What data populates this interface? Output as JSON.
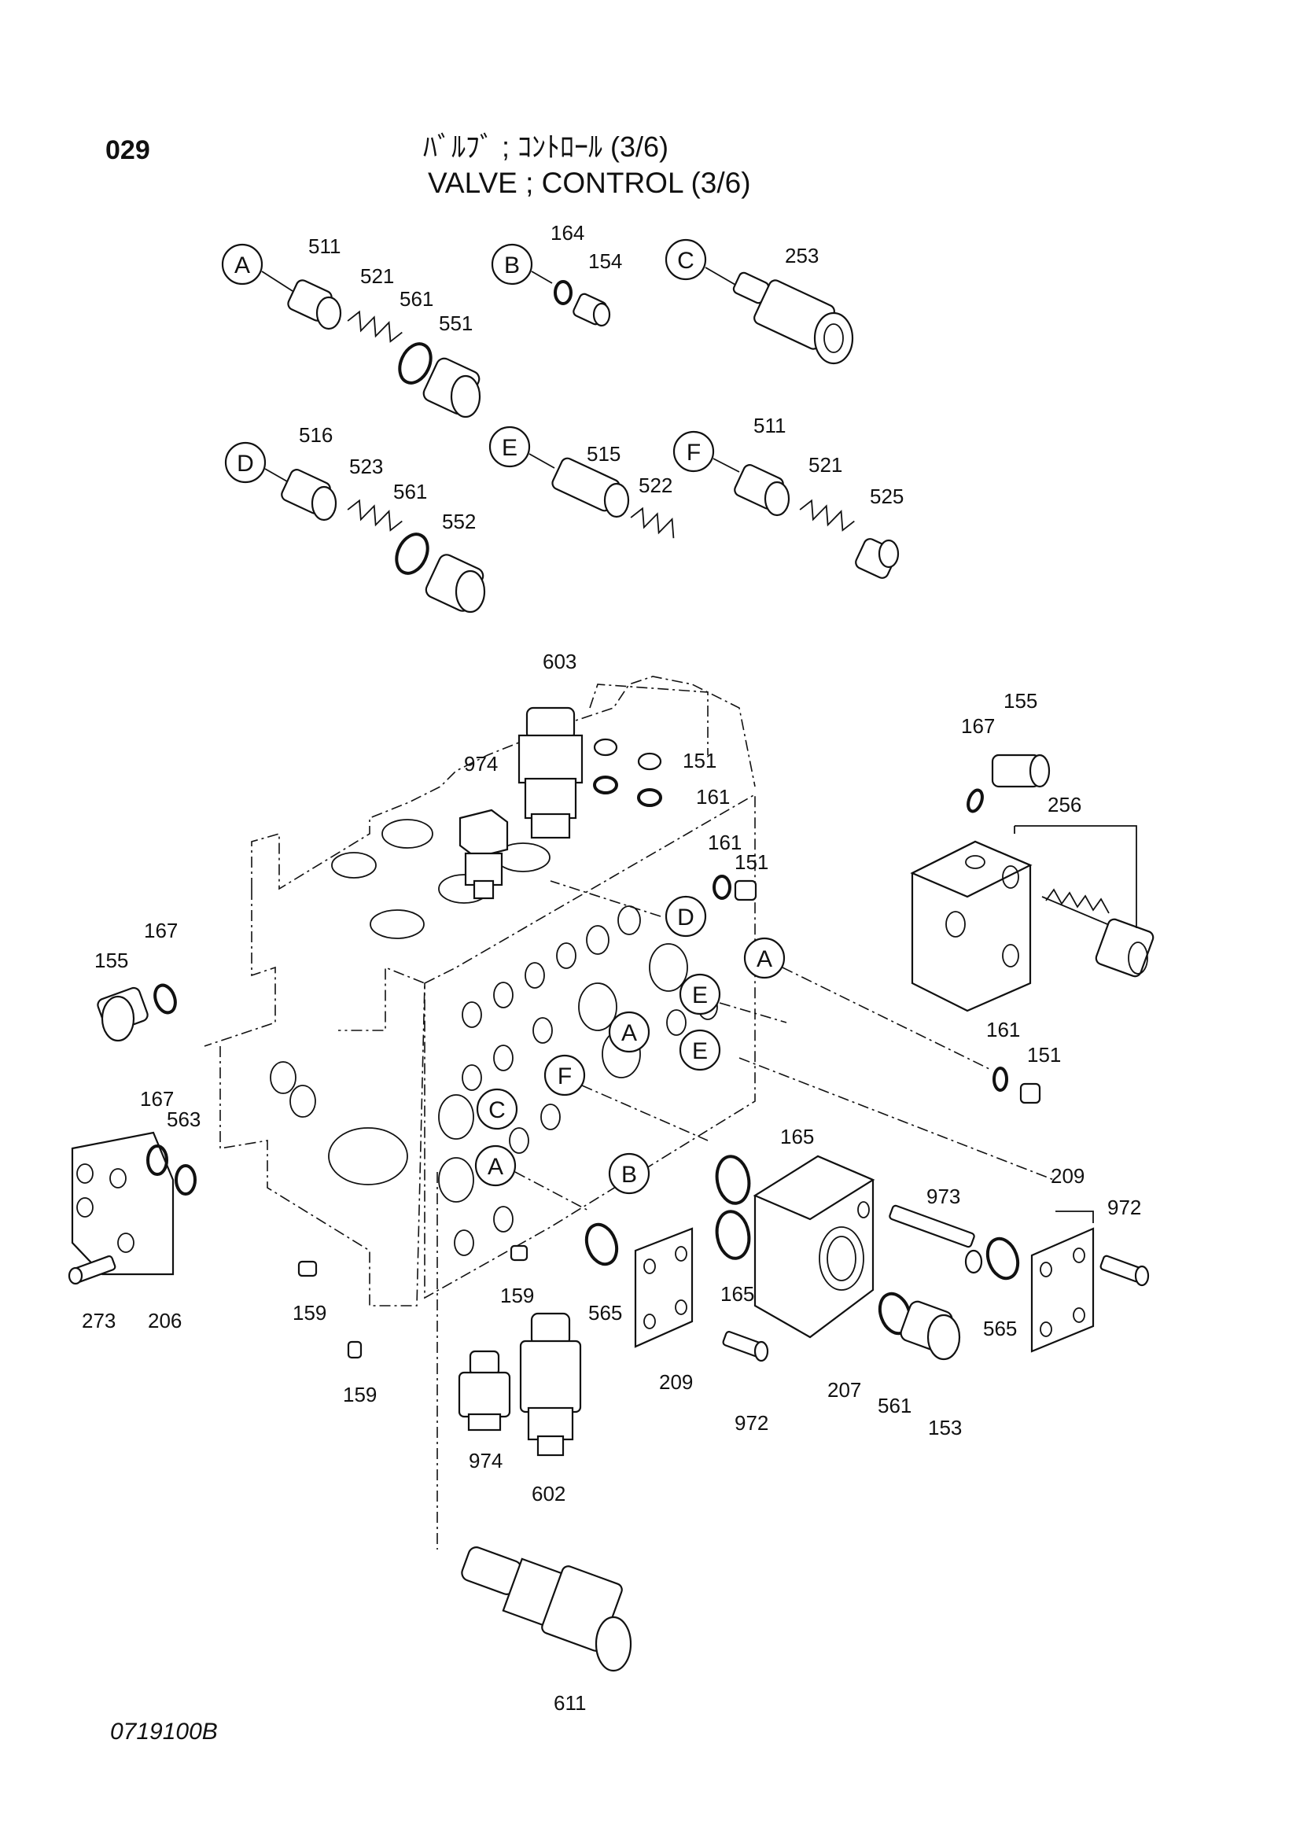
{
  "header": {
    "page_number": "029",
    "title_jp": "ﾊﾞﾙﾌﾞ ; ｺﾝﾄﾛｰﾙ (3/6)",
    "title_en": "VALVE ; CONTROL (3/6)"
  },
  "footer": {
    "document_id": "0719100B"
  },
  "detail_groups": [
    {
      "letter": "A",
      "parts": [
        "511",
        "521",
        "561",
        "551"
      ]
    },
    {
      "letter": "B",
      "parts": [
        "164",
        "154"
      ]
    },
    {
      "letter": "C",
      "parts": [
        "253"
      ]
    },
    {
      "letter": "D",
      "parts": [
        "516",
        "523",
        "561",
        "552"
      ]
    },
    {
      "letter": "E",
      "parts": [
        "515",
        "522"
      ]
    },
    {
      "letter": "F",
      "parts": [
        "511",
        "521",
        "525"
      ]
    }
  ],
  "body_callouts": [
    "D",
    "A",
    "E",
    "A",
    "E",
    "F",
    "C",
    "A",
    "B"
  ],
  "part_labels": {
    "p511a": "511",
    "p521a": "521",
    "p561a": "561",
    "p551": "551",
    "p164": "164",
    "p154": "154",
    "p253": "253",
    "p516": "516",
    "p523": "523",
    "p561b": "561",
    "p552": "552",
    "p515": "515",
    "p522": "522",
    "p511b": "511",
    "p521b": "521",
    "p525": "525",
    "p603": "603",
    "p974a": "974",
    "p151a": "151",
    "p161a": "161",
    "p161b": "161",
    "p151b": "151",
    "p155a": "155",
    "p167a": "167",
    "p256": "256",
    "p167b": "167",
    "p155b": "155",
    "p161c": "161",
    "p151c": "151",
    "p167c": "167",
    "p563": "563",
    "p165a": "165",
    "p165b": "165",
    "p209a": "209",
    "p972a": "972",
    "p973": "973",
    "p273": "273",
    "p206": "206",
    "p159a": "159",
    "p159b": "159",
    "p159c": "159",
    "p565a": "565",
    "p565b": "565",
    "p209b": "209",
    "p972b": "972",
    "p207": "207",
    "p561c": "561",
    "p153": "153",
    "p974b": "974",
    "p602": "602",
    "p611": "611"
  }
}
